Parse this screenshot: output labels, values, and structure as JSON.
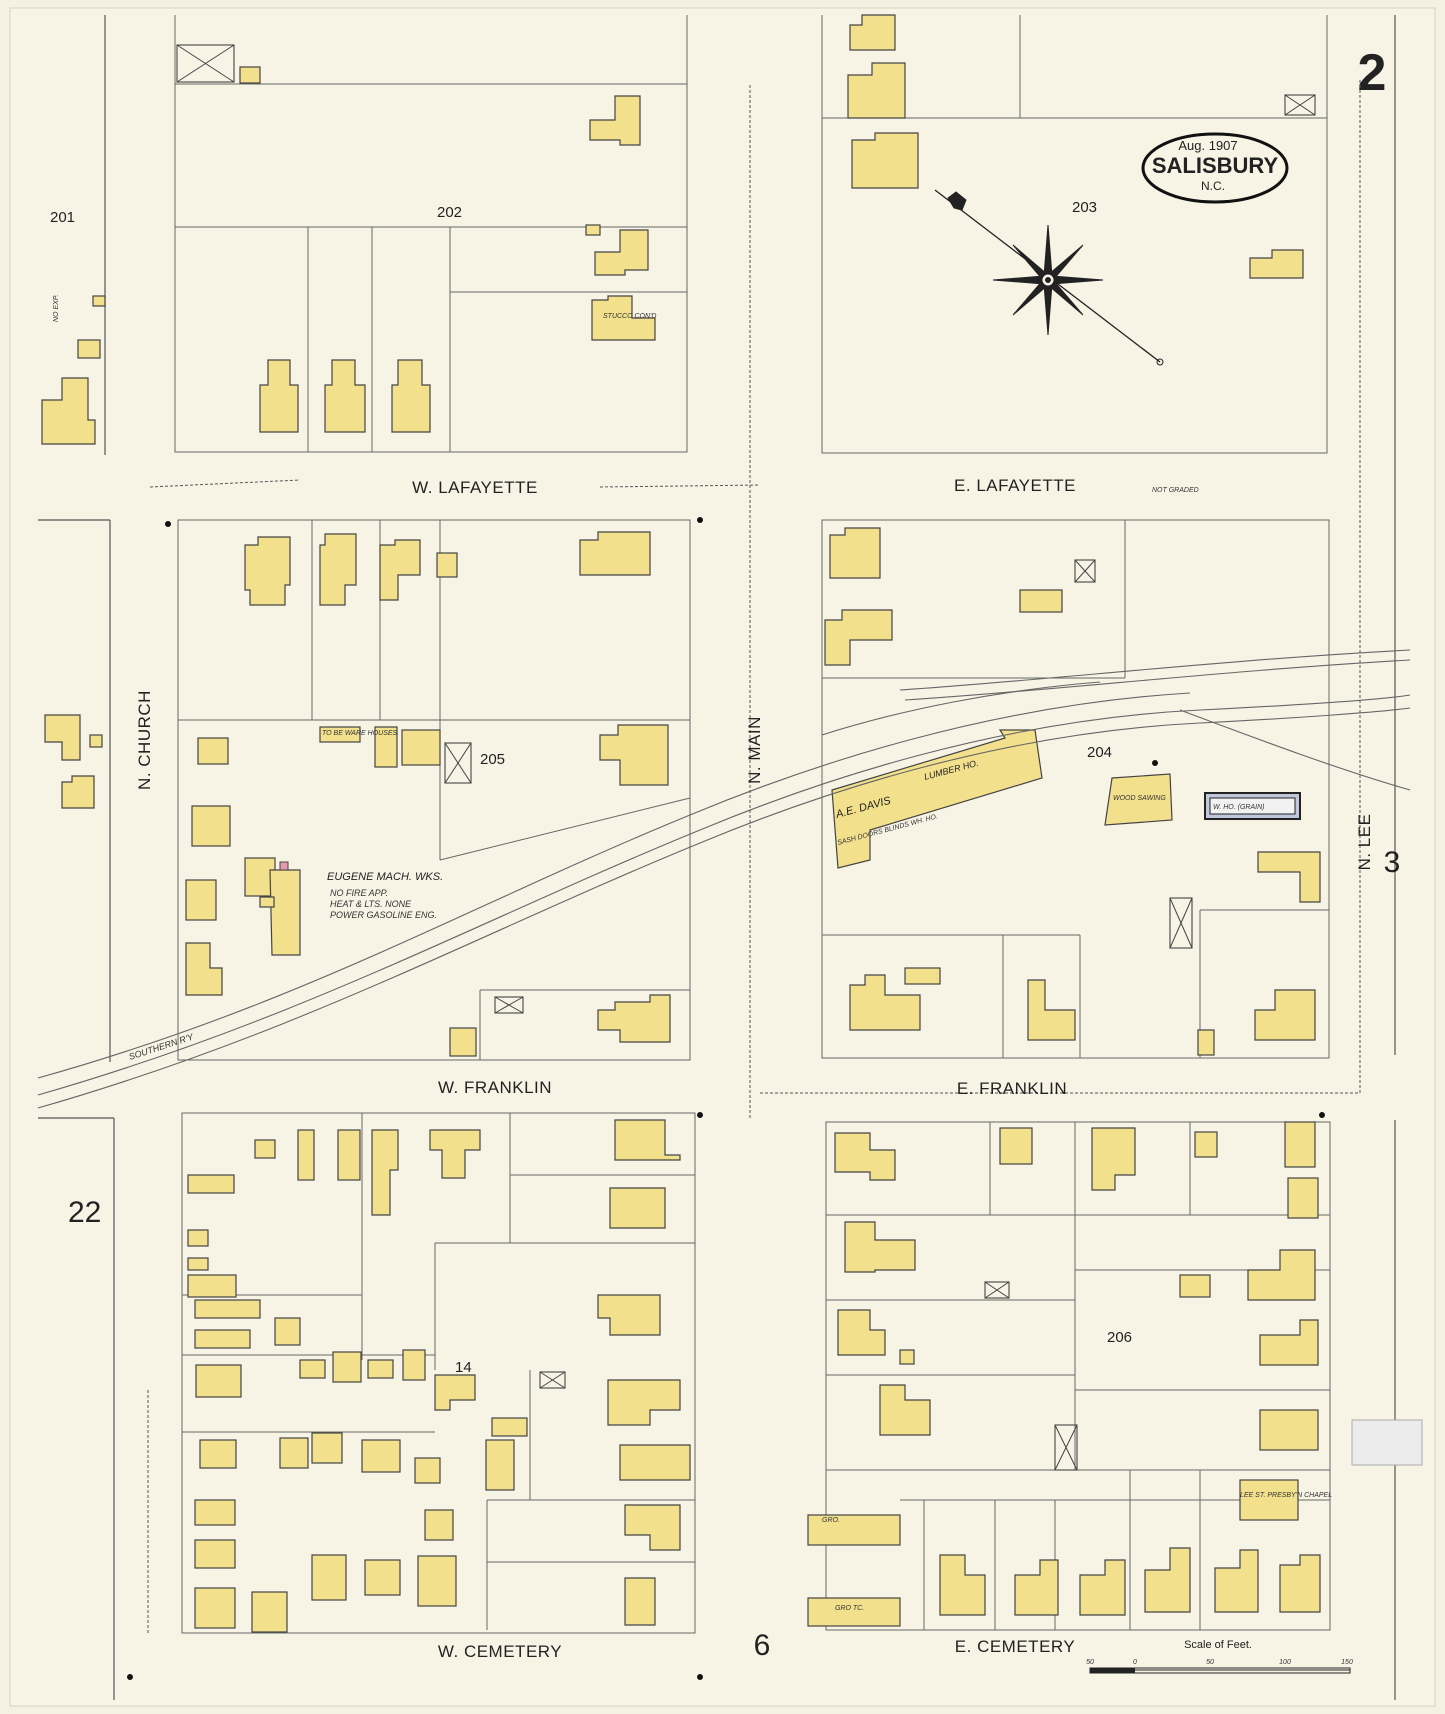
{
  "sheet": {
    "number": "2",
    "adjoining_right": "3",
    "adjoining_left": "22",
    "adjoining_bottom": "6"
  },
  "title_seal": {
    "date": "Aug. 1907",
    "city": "SALISBURY",
    "state": "N.C."
  },
  "streets": {
    "w_lafayette": "W. LAFAYETTE",
    "e_lafayette": "E. LAFAYETTE",
    "w_franklin": "W. FRANKLIN",
    "e_franklin": "E. FRANKLIN",
    "w_cemetery": "W. CEMETERY",
    "e_cemetery": "E. CEMETERY",
    "n_church": "N. CHURCH",
    "n_main": "N. MAIN",
    "n_lee": "N. LEE"
  },
  "blocks": [
    "201",
    "202",
    "203",
    "204",
    "205",
    "206",
    "14"
  ],
  "labels": {
    "eugene": "EUGENE MACH. WKS.",
    "eugene_notes": [
      "NO FIRE APP.",
      "HEAT & LTS. NONE",
      "POWER GASOLINE ENG."
    ],
    "davis": "A.E. DAVIS",
    "lumber": "LUMBER HO.",
    "sash": "SASH DOORS BLINDS WH. HO.",
    "wood_sawing": "WOOD SAWING",
    "wh_grain": "W. HO. (GRAIN)",
    "chapel": "LEE ST. PRESBY'N CHAPEL",
    "stucco": "STUCCO CON'D",
    "southern": "SOUTHERN R'Y",
    "not_graded": "NOT GRADED",
    "no_exp": "NO EXP.",
    "to_be_ware": "TO BE WARE HOUSES",
    "gro": "GRO.",
    "gro_tc": "GRO TC."
  },
  "scale": {
    "label": "Scale of Feet.",
    "ticks": [
      "50",
      "0",
      "50",
      "100",
      "150"
    ]
  }
}
